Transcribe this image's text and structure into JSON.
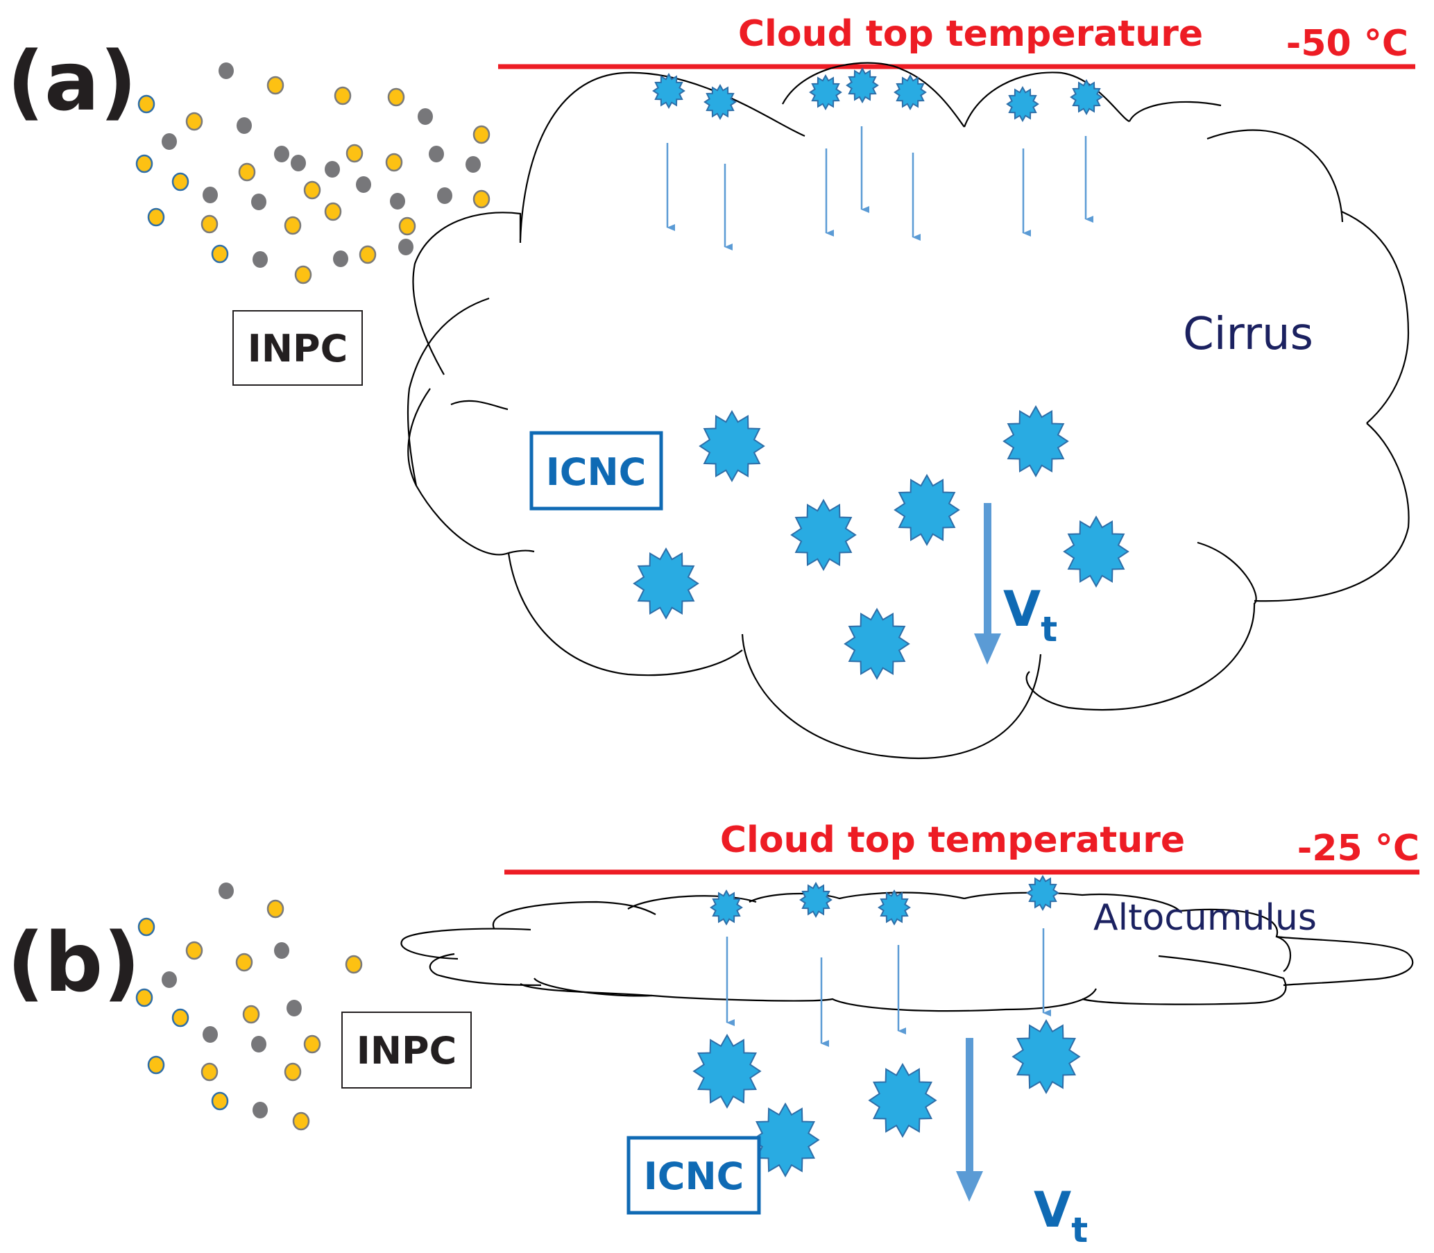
{
  "figure": {
    "panels": [
      {
        "id": "a",
        "label": "(a)",
        "cloud_top_label": "Cloud top temperature",
        "cloud_top_value": "-50 °C",
        "cloud_type": "Cirrus",
        "inp_label": "INPC",
        "ice_label": "ICNC",
        "fall_velocity_symbol": "V",
        "fall_velocity_subscript": "t"
      },
      {
        "id": "b",
        "label": "(b)",
        "cloud_top_label": "Cloud top temperature",
        "cloud_top_value": "-25 °C",
        "cloud_type": "Altocumulus",
        "inp_label": "INPC",
        "ice_label": "ICNC",
        "fall_velocity_symbol": "V",
        "fall_velocity_subscript": "t"
      }
    ],
    "colors": {
      "cloud_top_line": "#ed1c24",
      "ice_crystal_fill": "#29abe2",
      "ice_crystal_stroke": "#2e6ea8",
      "fall_arrow": "#5b9bd5",
      "icnc_box": "#0f6ab4",
      "aerosol_yellow": "#fdc113",
      "aerosol_gray": "#77777a",
      "cloud_type_text": "#1b2160",
      "panel_label": "#231f20"
    },
    "legend_semantics": {
      "yellow_particle": "aerosol particle",
      "gray_particle": "aerosol particle",
      "star": "ice crystal",
      "thin_arrow": "ice crystal sedimentation",
      "thick_arrow": "terminal fall velocity"
    }
  }
}
